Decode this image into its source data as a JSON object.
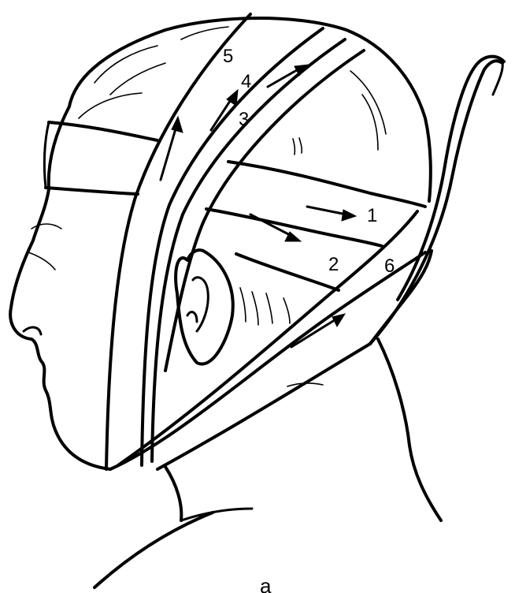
{
  "labels": {
    "l1": "1",
    "l2": "2",
    "l3": "3",
    "l4": "4",
    "l5": "5",
    "l6": "6"
  },
  "caption": "a",
  "colors": {
    "ink": "#000000",
    "paper": "#ffffff"
  }
}
